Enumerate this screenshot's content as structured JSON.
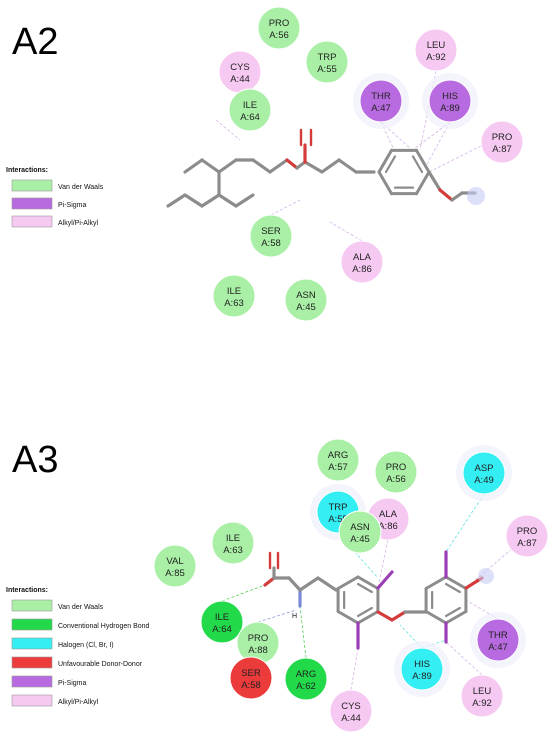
{
  "colors": {
    "vdw": "#a9f0a6",
    "hbond": "#22d94a",
    "halogen": "#33eef2",
    "unfav": "#ec3b3b",
    "pisigma": "#b86be0",
    "alkyl": "#f6c9f2",
    "bond": "#8c8c8c",
    "oxygen": "#d43b3b",
    "iodine": "#9b3fb5",
    "nitrogen": "#7a89d6"
  },
  "panels": [
    {
      "title": "A2",
      "legend": {
        "title": "Interactions:",
        "items": [
          {
            "type": "vdw",
            "label": "Van der Waals"
          },
          {
            "type": "pisigma",
            "label": "Pi-Sigma"
          },
          {
            "type": "alkyl",
            "label": "Alkyl/Pi-Alkyl"
          }
        ]
      },
      "residues": [
        {
          "name": "PRO",
          "id": "A:56",
          "type": "vdw"
        },
        {
          "name": "CYS",
          "id": "A:44",
          "type": "alkyl"
        },
        {
          "name": "TRP",
          "id": "A:55",
          "type": "vdw"
        },
        {
          "name": "LEU",
          "id": "A:92",
          "type": "alkyl"
        },
        {
          "name": "ILE",
          "id": "A:64",
          "type": "vdw"
        },
        {
          "name": "THR",
          "id": "A:47",
          "type": "pisigma"
        },
        {
          "name": "HIS",
          "id": "A:89",
          "type": "pisigma"
        },
        {
          "name": "PRO",
          "id": "A:87",
          "type": "alkyl"
        },
        {
          "name": "SER",
          "id": "A:58",
          "type": "vdw"
        },
        {
          "name": "ALA",
          "id": "A:86",
          "type": "alkyl"
        },
        {
          "name": "ILE",
          "id": "A:63",
          "type": "vdw"
        },
        {
          "name": "ASN",
          "id": "A:45",
          "type": "vdw"
        }
      ]
    },
    {
      "title": "A3",
      "legend": {
        "title": "Interactions:",
        "items": [
          {
            "type": "vdw",
            "label": "Van der Waals"
          },
          {
            "type": "hbond",
            "label": "Conventional Hydrogen Bond"
          },
          {
            "type": "halogen",
            "label": "Halogen (Cl, Br, I)"
          },
          {
            "type": "unfav",
            "label": "Unfavourable Donor-Donor"
          },
          {
            "type": "pisigma",
            "label": "Pi-Sigma"
          },
          {
            "type": "alkyl",
            "label": "Alkyl/Pi-Alkyl"
          }
        ]
      },
      "residues": [
        {
          "name": "ARG",
          "id": "A:57",
          "type": "vdw"
        },
        {
          "name": "PRO",
          "id": "A:56",
          "type": "vdw"
        },
        {
          "name": "ASP",
          "id": "A:49",
          "type": "halogen"
        },
        {
          "name": "TRP",
          "id": "A:55",
          "type": "halogen"
        },
        {
          "name": "ALA",
          "id": "A:86",
          "type": "alkyl"
        },
        {
          "name": "ASN",
          "id": "A:45",
          "type": "vdw"
        },
        {
          "name": "PRO",
          "id": "A:87",
          "type": "alkyl"
        },
        {
          "name": "ILE",
          "id": "A:63",
          "type": "vdw"
        },
        {
          "name": "VAL",
          "id": "A:85",
          "type": "vdw"
        },
        {
          "name": "ILE",
          "id": "A:64",
          "type": "hbond"
        },
        {
          "name": "PRO",
          "id": "A:88",
          "type": "vdw"
        },
        {
          "name": "SER",
          "id": "A:58",
          "type": "unfav"
        },
        {
          "name": "ARG",
          "id": "A:62",
          "type": "hbond"
        },
        {
          "name": "HIS",
          "id": "A:89",
          "type": "halogen"
        },
        {
          "name": "THR",
          "id": "A:47",
          "type": "pisigma"
        },
        {
          "name": "CYS",
          "id": "A:44",
          "type": "alkyl"
        },
        {
          "name": "LEU",
          "id": "A:92",
          "type": "alkyl"
        }
      ]
    }
  ]
}
